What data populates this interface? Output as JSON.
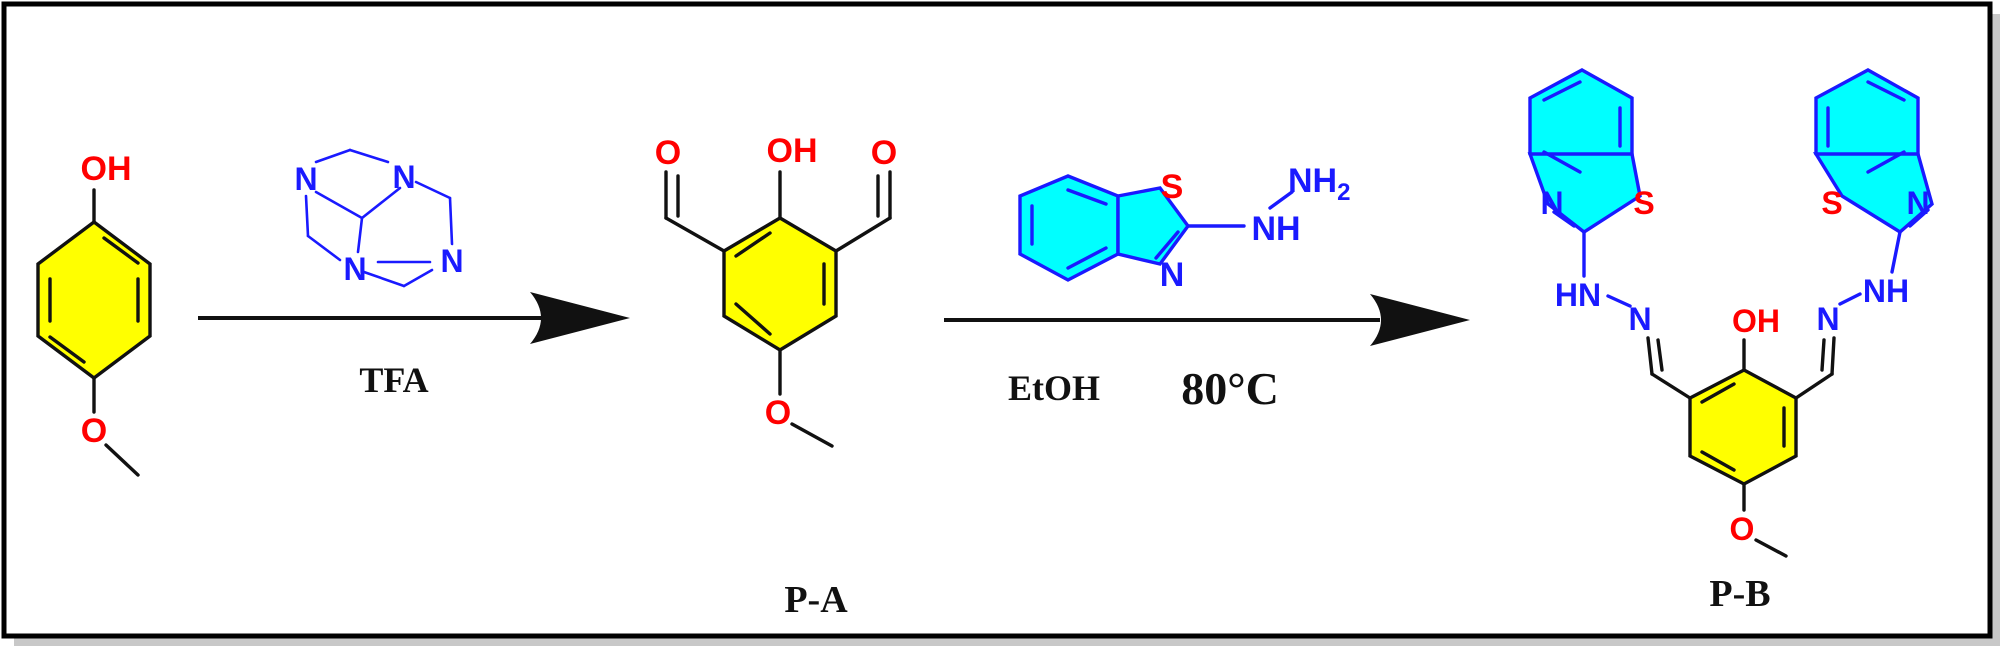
{
  "colors": {
    "carbon_bond": "#111111",
    "oxygen": "#ff0000",
    "nitrogen": "#1a1aff",
    "sulfur": "#ff0000",
    "phenyl_fill": "#ffff00",
    "benzothiazole_fill": "#00ffff",
    "frame_border": "#000000",
    "frame_shadow": "#c8c8c8"
  },
  "reactant": {
    "oh": "OH",
    "o": "O"
  },
  "step1": {
    "reagent_n1": "N",
    "reagent_n2": "N",
    "reagent_n3": "N",
    "reagent_n4": "N",
    "condition": "TFA"
  },
  "intermediate": {
    "oh": "OH",
    "o_left": "O",
    "o_right": "O",
    "o_methoxy": "O",
    "label": "P-A"
  },
  "step2": {
    "reagent_s": "S",
    "reagent_n": "N",
    "reagent_nh": "NH",
    "reagent_nh2": "NH",
    "reagent_nh2_sub": "2",
    "solvent": "EtOH",
    "temperature": "80°C"
  },
  "product": {
    "left_n": "N",
    "left_s": "S",
    "left_hn": "HN",
    "left_imine_n": "N",
    "right_s": "S",
    "right_n": "N",
    "right_nh": "NH",
    "right_imine_n": "N",
    "oh": "OH",
    "o_methoxy": "O",
    "label": "P-B"
  }
}
